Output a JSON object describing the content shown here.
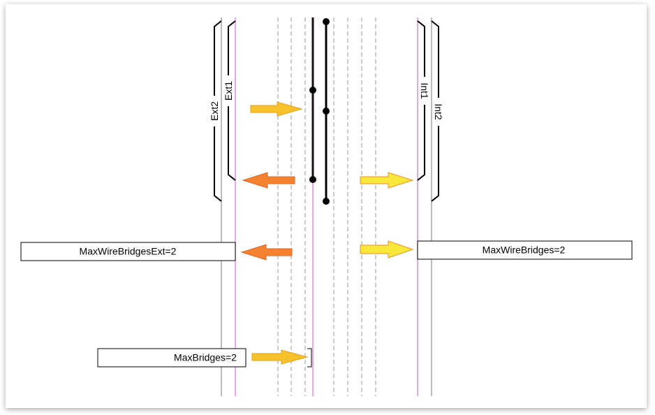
{
  "diagram": {
    "labels": {
      "ext2": "Ext2",
      "ext1": "Ext1",
      "int1": "Int1",
      "int2": "Int2"
    },
    "boxes": {
      "max_wire_bridges_ext": "MaxWireBridgesExt=2",
      "max_wire_bridges": "MaxWireBridges=2",
      "max_bridges": "MaxBridges=2"
    },
    "colors": {
      "boundary_line": "#e28ce6",
      "gray_line": "#7a7a7a",
      "arrow_gold": "#f7c12b",
      "arrow_orange": "#f4822f",
      "arrow_yellow": "#f8e83c",
      "wire": "#000000"
    }
  }
}
